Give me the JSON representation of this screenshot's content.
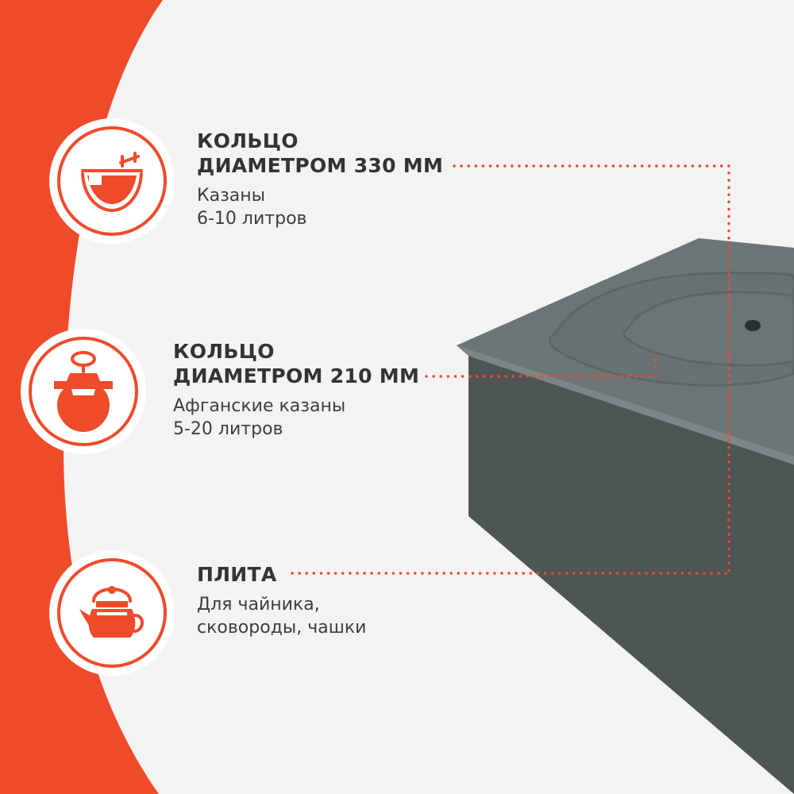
{
  "colors": {
    "accent": "#ee4b2b",
    "background": "#f3f3f3",
    "product": "#5a6363"
  },
  "features": [
    {
      "icon": "kazan-bowl-icon",
      "title_lines": [
        "КОЛЬЦО",
        "ДИАМЕТРОМ 330 ММ"
      ],
      "desc_lines": [
        "Казаны",
        "6-10 литров"
      ]
    },
    {
      "icon": "afghan-kazan-icon",
      "title_lines": [
        "КОЛЬЦО",
        "ДИАМЕТРОМ 210 ММ"
      ],
      "desc_lines": [
        "Афганские казаны",
        "5-20 литров"
      ]
    },
    {
      "icon": "teapot-icon",
      "title_lines": [
        "ПЛИТА"
      ],
      "desc_lines": [
        "Для чайника,",
        "сковороды, чашки"
      ]
    }
  ]
}
